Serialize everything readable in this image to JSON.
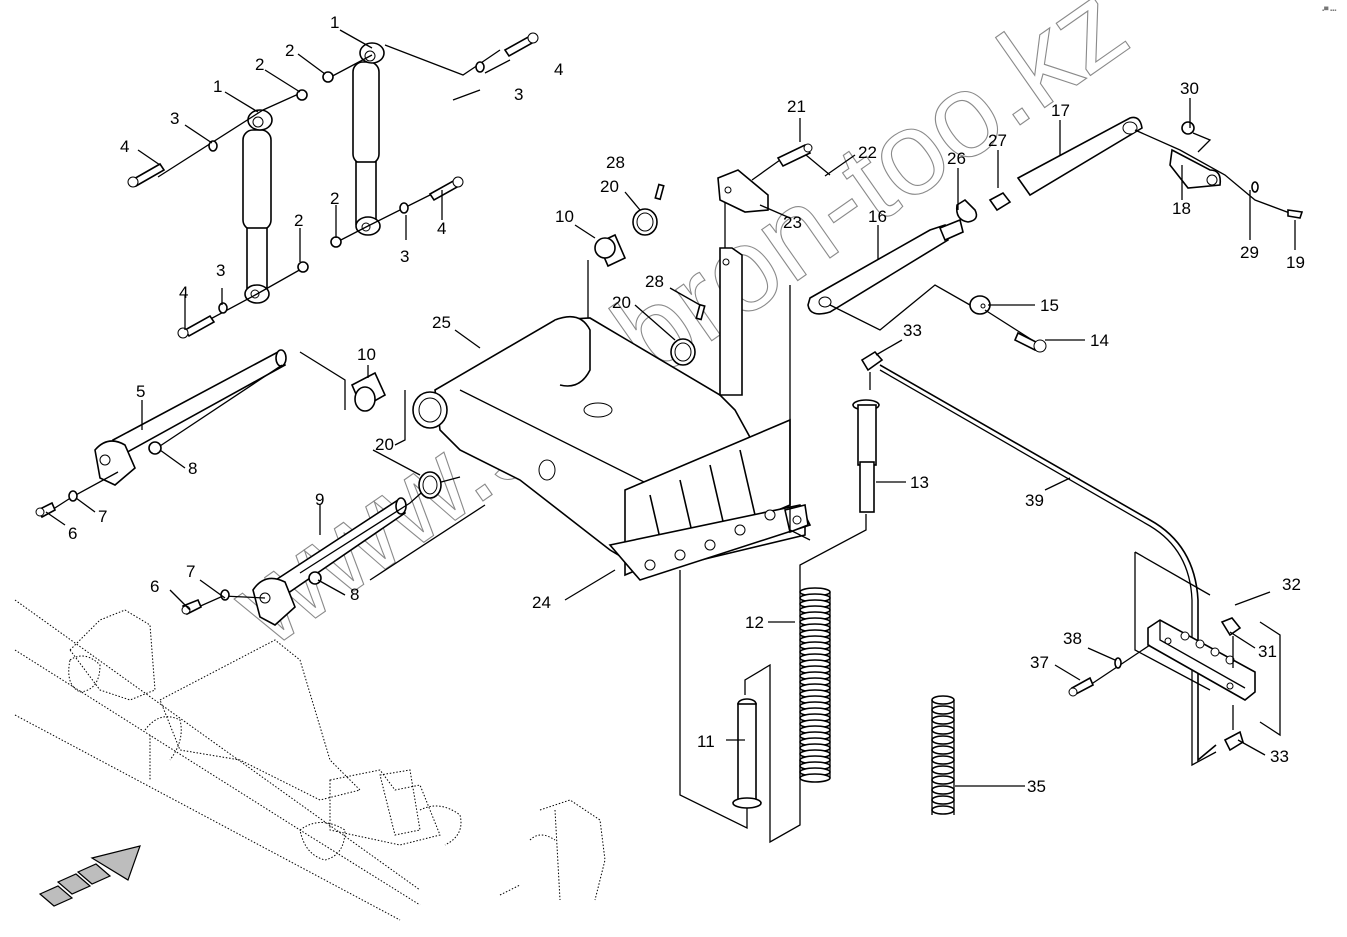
{
  "diagram": {
    "type": "exploded-parts-view",
    "watermark": "www.simbron-too.kz",
    "corner_mark": "▪▀ ▪▪▪",
    "callouts": [
      {
        "id": "c1a",
        "text": "1"
      },
      {
        "id": "c1b",
        "text": "1"
      },
      {
        "id": "c2a",
        "text": "2"
      },
      {
        "id": "c2b",
        "text": "2"
      },
      {
        "id": "c2c",
        "text": "2"
      },
      {
        "id": "c2d",
        "text": "2"
      },
      {
        "id": "c3a",
        "text": "3"
      },
      {
        "id": "c3b",
        "text": "3"
      },
      {
        "id": "c3c",
        "text": "3"
      },
      {
        "id": "c3d",
        "text": "3"
      },
      {
        "id": "c4a",
        "text": "4"
      },
      {
        "id": "c4b",
        "text": "4"
      },
      {
        "id": "c4c",
        "text": "4"
      },
      {
        "id": "c4d",
        "text": "4"
      },
      {
        "id": "c5",
        "text": "5"
      },
      {
        "id": "c6a",
        "text": "6"
      },
      {
        "id": "c6b",
        "text": "6"
      },
      {
        "id": "c7a",
        "text": "7"
      },
      {
        "id": "c7b",
        "text": "7"
      },
      {
        "id": "c8a",
        "text": "8"
      },
      {
        "id": "c8b",
        "text": "8"
      },
      {
        "id": "c9",
        "text": "9"
      },
      {
        "id": "c10a",
        "text": "10"
      },
      {
        "id": "c10b",
        "text": "10"
      },
      {
        "id": "c11",
        "text": "11"
      },
      {
        "id": "c12",
        "text": "12"
      },
      {
        "id": "c13",
        "text": "13"
      },
      {
        "id": "c14",
        "text": "14"
      },
      {
        "id": "c15",
        "text": "15"
      },
      {
        "id": "c16",
        "text": "16"
      },
      {
        "id": "c17",
        "text": "17"
      },
      {
        "id": "c18",
        "text": "18"
      },
      {
        "id": "c19",
        "text": "19"
      },
      {
        "id": "c20a",
        "text": "20"
      },
      {
        "id": "c20b",
        "text": "20"
      },
      {
        "id": "c20c",
        "text": "20"
      },
      {
        "id": "c21",
        "text": "21"
      },
      {
        "id": "c22",
        "text": "22"
      },
      {
        "id": "c23",
        "text": "23"
      },
      {
        "id": "c24",
        "text": "24"
      },
      {
        "id": "c25",
        "text": "25"
      },
      {
        "id": "c26",
        "text": "26"
      },
      {
        "id": "c27",
        "text": "27"
      },
      {
        "id": "c28a",
        "text": "28"
      },
      {
        "id": "c28b",
        "text": "28"
      },
      {
        "id": "c29",
        "text": "29"
      },
      {
        "id": "c30",
        "text": "30"
      },
      {
        "id": "c31",
        "text": "31"
      },
      {
        "id": "c32",
        "text": "32"
      },
      {
        "id": "c33a",
        "text": "33"
      },
      {
        "id": "c33b",
        "text": "33"
      },
      {
        "id": "c35",
        "text": "35"
      },
      {
        "id": "c37",
        "text": "37"
      },
      {
        "id": "c38",
        "text": "38"
      },
      {
        "id": "c39",
        "text": "39"
      }
    ],
    "direction_indicator": "forward-travel-arrow"
  }
}
